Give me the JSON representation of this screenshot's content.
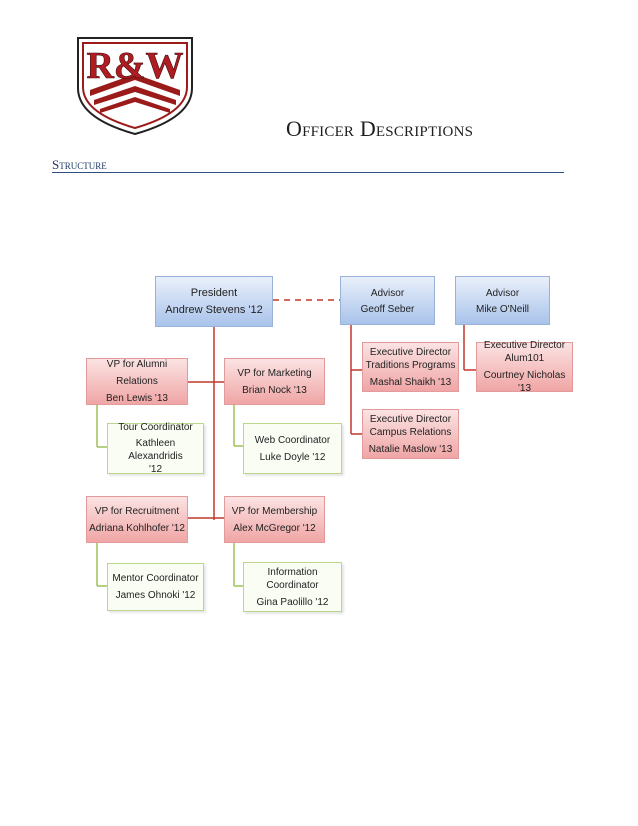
{
  "header": {
    "logo_text": "R&W",
    "title": "Officer Descriptions",
    "section": "Structure"
  },
  "org": {
    "president": {
      "role": "President",
      "name": "Andrew Stevens '12"
    },
    "advisor_seber": {
      "role": "Advisor",
      "name": "Geoff Seber"
    },
    "advisor_oneill": {
      "role": "Advisor",
      "name": "Mike O'Neill"
    },
    "ed_traditions": {
      "role1": "Executive Director",
      "role2": "Traditions Programs",
      "name": "Mashal Shaikh '13"
    },
    "ed_alum": {
      "role1": "Executive Director",
      "role2": "Alum101",
      "name": "Courtney Nicholas '13"
    },
    "ed_campus": {
      "role1": "Executive Director",
      "role2": "Campus Relations",
      "name": "Natalie Maslow '13"
    },
    "vp_alumni": {
      "role": "VP for Alumni Relations",
      "name": "Ben Lewis '13"
    },
    "vp_marketing": {
      "role": "VP for Marketing",
      "name": "Brian Nock '13"
    },
    "tour": {
      "role": "Tour Coordinator",
      "name1": "Kathleen Alexandridis",
      "name2": "'12"
    },
    "web": {
      "role": "Web Coordinator",
      "name": "Luke Doyle '12"
    },
    "vp_recruitment": {
      "role": "VP for Recruitment",
      "name": "Adriana Kohlhofer '12"
    },
    "vp_membership": {
      "role": "VP for Membership",
      "name": "Alex McGregor '12"
    },
    "mentor": {
      "role": "Mentor Coordinator",
      "name": "James Ohnoki '12"
    },
    "info": {
      "role1": "Information",
      "role2": "Coordinator",
      "name": "Gina Paolillo '12"
    }
  },
  "colors": {
    "connector_red": "#c0392b",
    "connector_green": "#9cc25a",
    "dashed_red": "#c0392b",
    "rule_blue": "#2f4f7f"
  }
}
